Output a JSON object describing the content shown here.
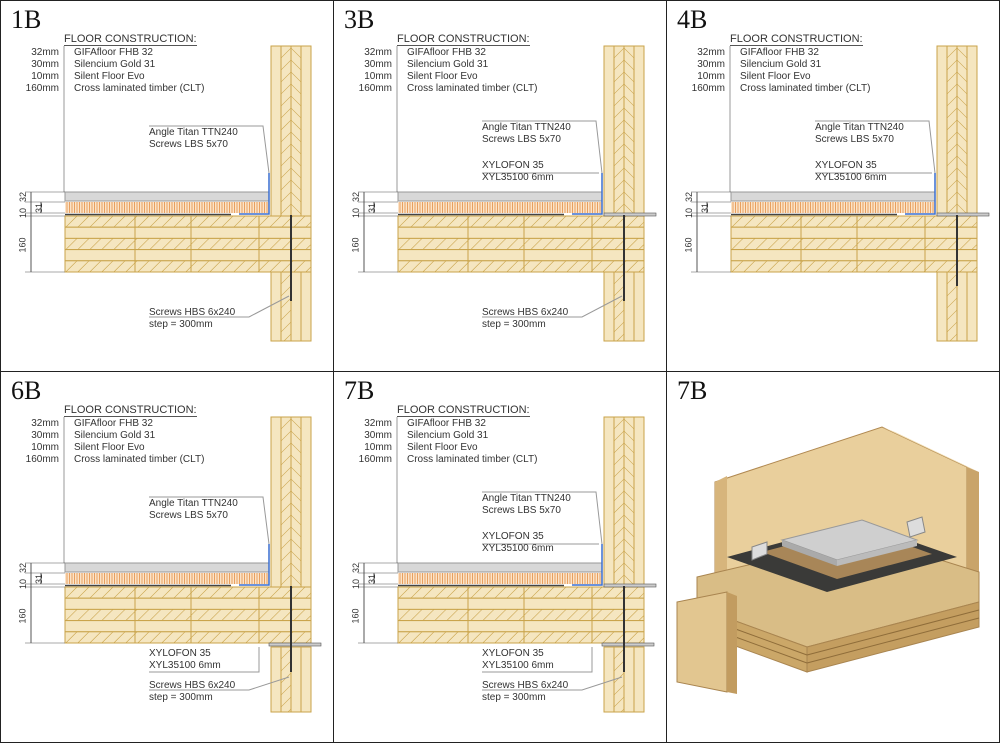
{
  "floor_title": "FLOOR CONSTRUCTION:",
  "layers": [
    {
      "thickness": "32mm",
      "material": "GIFAfloor FHB 32"
    },
    {
      "thickness": "30mm",
      "material": "Silencium Gold 31"
    },
    {
      "thickness": "10mm",
      "material": "Silent Floor Evo"
    },
    {
      "thickness": "160mm",
      "material": "Cross laminated timber (CLT)"
    }
  ],
  "dims": {
    "d32": "32",
    "d31": "31",
    "d10": "10",
    "d160": "160"
  },
  "callouts": {
    "angle": [
      "Angle Titan TTN240",
      "Screws LBS 5x70"
    ],
    "xylofon": [
      "XYLOFON 35",
      "XYL35100 6mm"
    ],
    "screws": [
      "Screws HBS 6x240",
      "step = 300mm"
    ]
  },
  "panels": [
    {
      "label": "1B",
      "xyl_top": false,
      "xyl_bottom": false,
      "screws": true,
      "wall_below": true
    },
    {
      "label": "3B",
      "xyl_top": true,
      "xyl_bottom": false,
      "screws": true,
      "wall_below": true
    },
    {
      "label": "4B",
      "xyl_top": true,
      "xyl_bottom": false,
      "screws": false,
      "wall_below": true
    },
    {
      "label": "6B",
      "xyl_top": false,
      "xyl_bottom": true,
      "screws": true,
      "wall_below": true
    },
    {
      "label": "7B",
      "xyl_top": true,
      "xyl_bottom": true,
      "screws": true,
      "wall_below": true
    },
    {
      "label": "7B",
      "render3d": true
    }
  ],
  "colors": {
    "wood": "#f5e6c0",
    "wood_line": "#c9a34a",
    "orange": "#e8a060",
    "gray": "#d8d8d8",
    "blue": "#3a6fd0"
  }
}
